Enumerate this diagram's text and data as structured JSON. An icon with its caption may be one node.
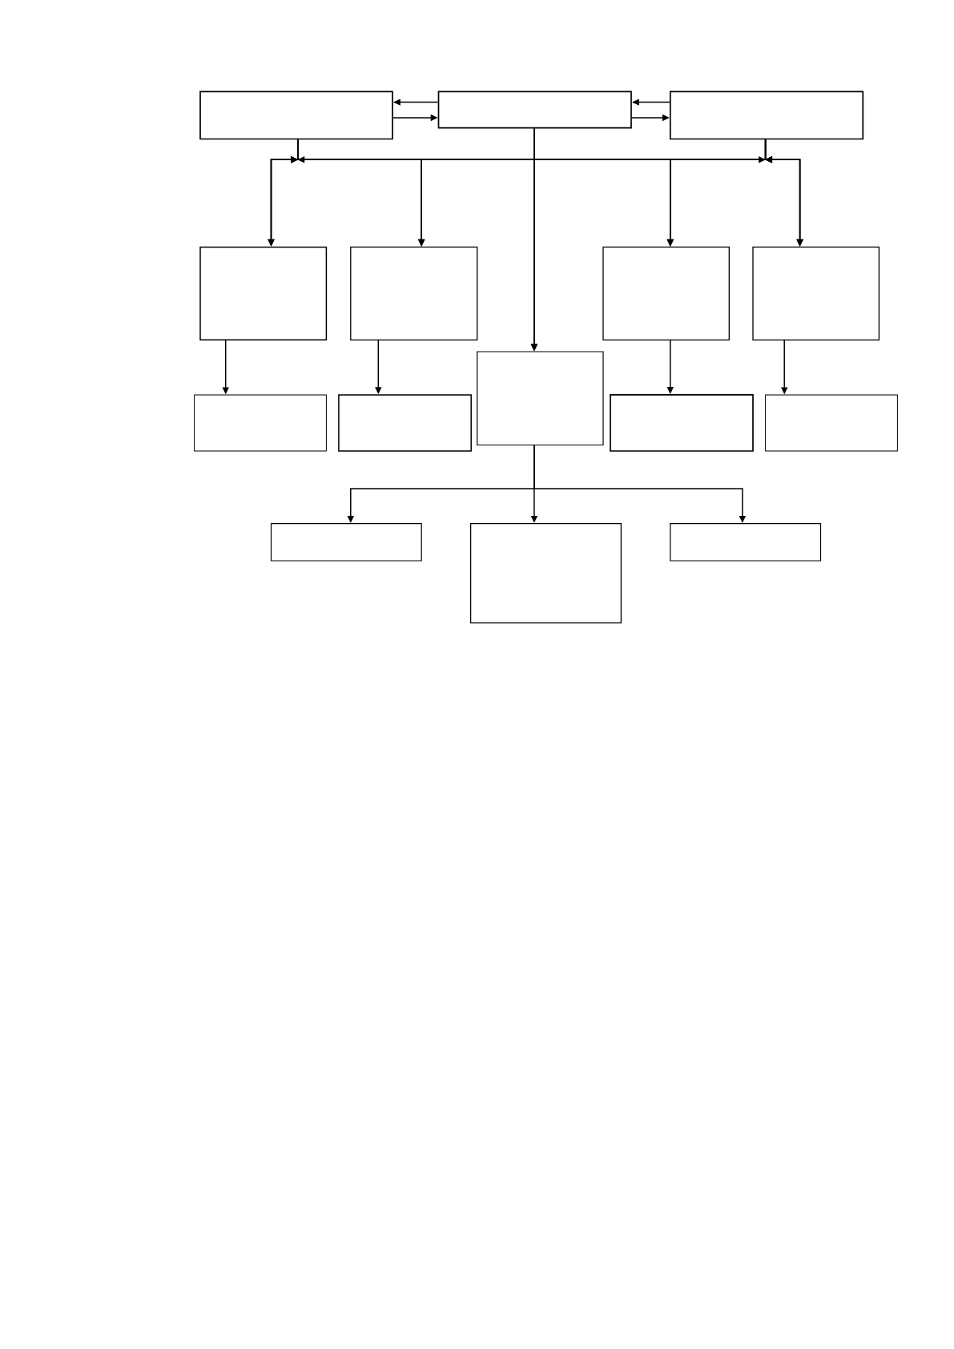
{
  "diagram": {
    "nodes": [
      {
        "text": [],
        "shape": "box"
      },
      {
        "text": [],
        "shape": "box"
      },
      {
        "text": [],
        "shape": "box"
      },
      {
        "text": [],
        "shape": "box"
      },
      {
        "text": [],
        "shape": "box"
      },
      {
        "text": [],
        "shape": "box"
      },
      {
        "text": [],
        "shape": "box"
      },
      {
        "text": [],
        "shape": "box"
      },
      {
        "text": [],
        "shape": "box"
      },
      {
        "text": [],
        "shape": "box"
      },
      {
        "text": [],
        "shape": "box"
      },
      {
        "text": [],
        "shape": "box"
      },
      {
        "text": [],
        "shape": "box"
      },
      {
        "text": [],
        "shape": "box"
      },
      {
        "text": [],
        "shape": "box"
      }
    ],
    "edges": [
      {
        "from": 1,
        "to": 0,
        "arrow": "to"
      },
      {
        "from": 0,
        "to": 1,
        "arrow": "to"
      },
      {
        "from": 2,
        "to": 1,
        "arrow": "to"
      },
      {
        "from": 1,
        "to": 2,
        "arrow": "to"
      },
      {
        "from": 0,
        "to": 3,
        "arrow": "to"
      },
      {
        "from": 0,
        "to": 4,
        "arrow": "to"
      },
      {
        "from": 0,
        "to": 5,
        "arrow": "to"
      },
      {
        "from": 0,
        "to": 6,
        "arrow": "to"
      },
      {
        "from": 0,
        "to": 7,
        "arrow": "to"
      },
      {
        "from": 1,
        "to": 3,
        "arrow": "to"
      },
      {
        "from": 1,
        "to": 4,
        "arrow": "to"
      },
      {
        "from": 1,
        "to": 5,
        "arrow": "to"
      },
      {
        "from": 1,
        "to": 6,
        "arrow": "to"
      },
      {
        "from": 1,
        "to": 7,
        "arrow": "to"
      },
      {
        "from": 2,
        "to": 3,
        "arrow": "to"
      },
      {
        "from": 2,
        "to": 4,
        "arrow": "to"
      },
      {
        "from": 2,
        "to": 5,
        "arrow": "to"
      },
      {
        "from": 2,
        "to": 6,
        "arrow": "to"
      },
      {
        "from": 2,
        "to": 7,
        "arrow": "to"
      },
      {
        "from": 3,
        "to": 8,
        "arrow": "to"
      },
      {
        "from": 4,
        "to": 9,
        "arrow": "to"
      },
      {
        "from": 5,
        "to": 10,
        "arrow": "to"
      },
      {
        "from": 6,
        "to": 11,
        "arrow": "to"
      },
      {
        "from": 7,
        "to": 12,
        "arrow": "to"
      },
      {
        "from": 7,
        "to": 13,
        "arrow": "to"
      },
      {
        "from": 7,
        "to": 14,
        "arrow": "to"
      }
    ]
  }
}
